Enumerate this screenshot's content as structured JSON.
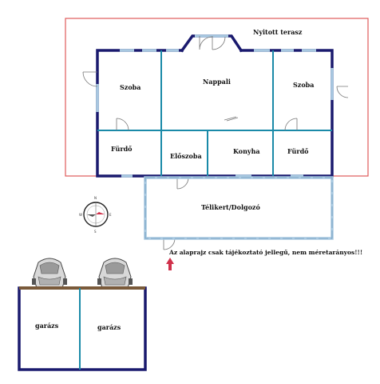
{
  "labels": {
    "terrace": "Nyitott terasz",
    "room_left": "Szoba",
    "living": "Nappali",
    "room_right": "Szoba",
    "bath_left": "Fürdő",
    "hall": "Előszoba",
    "kitchen": "Konyha",
    "bath_right": "Fürdő",
    "winter_garden": "Télikert/Dolgozó",
    "garage_left": "garázs",
    "garage_right": "garázs"
  },
  "note": "Az alaprajz csak tájékoztató jellegű, nem méretarányos!!!",
  "compass": {
    "north": "N",
    "east": "E",
    "south": "S",
    "west": "W"
  },
  "colors": {
    "terrace_outline": "#e05a5a",
    "wall_dark": "#1a1a6e",
    "wall_inner": "#1a8aa8",
    "window": "#a8c8e0",
    "arrow": "#d0304a"
  }
}
